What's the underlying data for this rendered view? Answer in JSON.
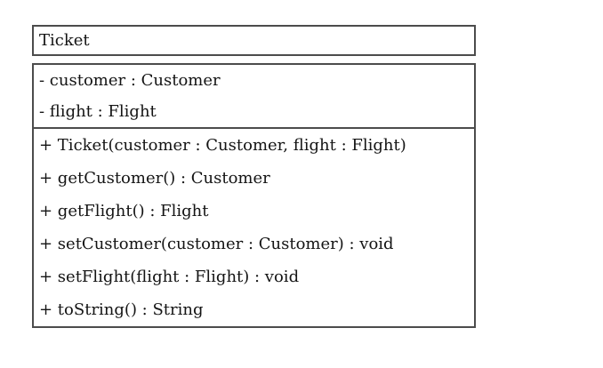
{
  "uml_class": {
    "name": "Ticket",
    "attributes": [
      "- customer : Customer",
      "- flight : Flight"
    ],
    "methods": [
      "+ Ticket(customer : Customer, flight : Flight)",
      "+ getCustomer() : Customer",
      "+ getFlight() : Flight",
      "+ setCustomer(customer : Customer) : void",
      "+ setFlight(flight : Flight) : void",
      "+ toString() : String"
    ],
    "colors": {
      "border": "#4c4c4c",
      "text": "#141414",
      "background": "#ffffff"
    }
  }
}
